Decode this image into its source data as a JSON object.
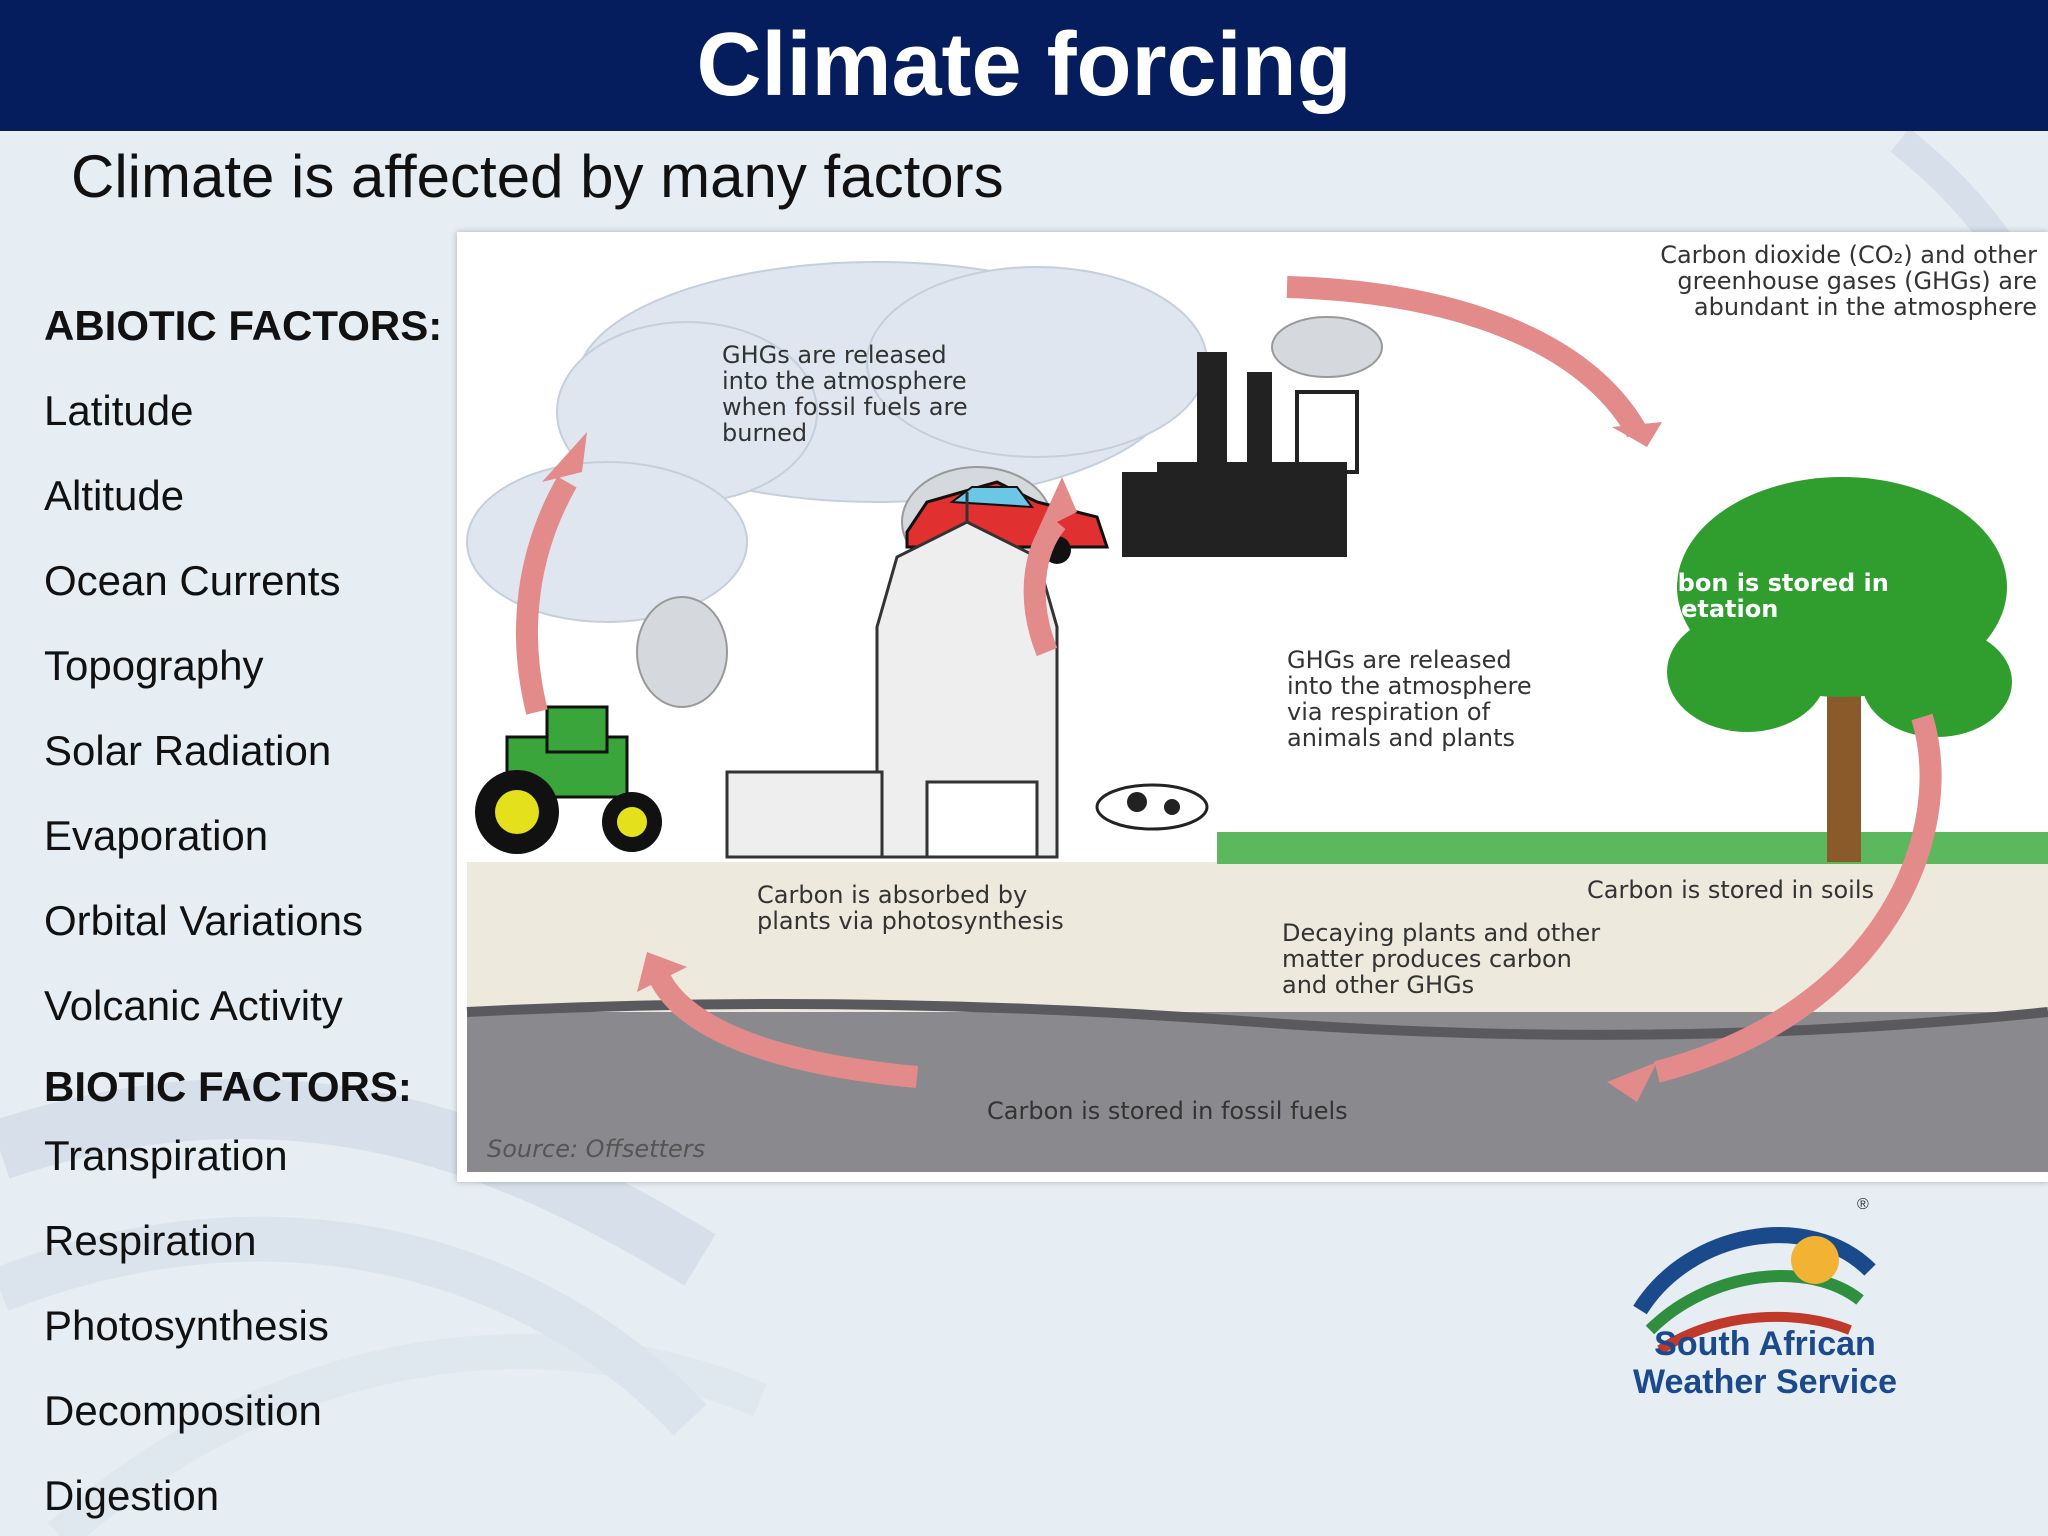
{
  "header": {
    "title": "Climate forcing"
  },
  "subtitle": "Climate is affected by many factors",
  "factors": {
    "abiotic_header": "ABIOTIC FACTORS:",
    "abiotic": [
      "Latitude",
      "Altitude",
      "Ocean Currents",
      "Topography",
      "Solar Radiation",
      "Evaporation",
      "Orbital Variations",
      "Volcanic Activity"
    ],
    "biotic_header": "BIOTIC FACTORS:",
    "biotic": [
      "Transpiration",
      "Respiration",
      "Photosynthesis",
      "Decomposition",
      "Digestion"
    ]
  },
  "diagram": {
    "labels": {
      "co2_abundant": "Carbon dioxide (CO₂) and other\ngreenhouse gases (GHGs) are\nabundant in the atmosphere",
      "ghg_fossil": "GHGs are released\ninto the atmosphere\nwhen fossil fuels are\nburned",
      "vegetation": "Carbon is stored in\nvegetation",
      "ghg_respiration": "GHGs are released\ninto the atmosphere\nvia respiration of\nanimals and plants",
      "photosynthesis": "Carbon is absorbed by\nplants via photosynthesis",
      "soils": "Carbon is stored in soils",
      "decaying": "Decaying plants and other\nmatter produces carbon\nand other GHGs",
      "fossil_fuels": "Carbon is stored in fossil fuels",
      "source": "Source: Offsetters"
    },
    "colors": {
      "arrow": "#e38a8a",
      "cloud": "#dfe6f0",
      "tree": "#2f9e2f",
      "car": "#e03030",
      "ground": "#ede9dc",
      "rock": "#8a8a8e"
    }
  },
  "logo": {
    "line1": "South African",
    "line2": "Weather Service",
    "mark": "®"
  }
}
